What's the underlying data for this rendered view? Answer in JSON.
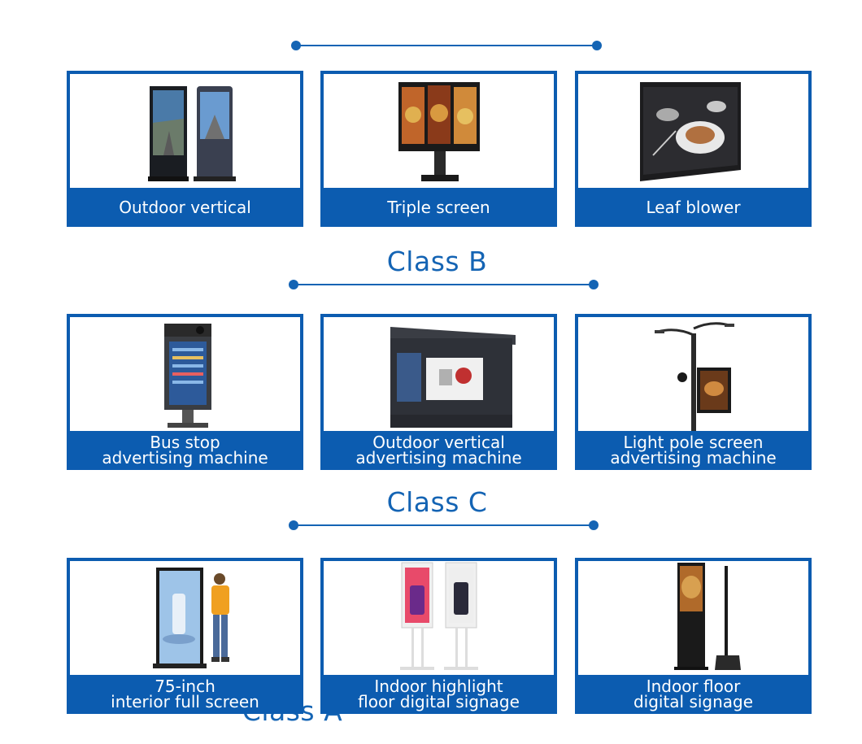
{
  "colors": {
    "brand_blue": "#0c5cb0",
    "divider_blue": "#1464b4",
    "background": "#ffffff"
  },
  "headings": {
    "class_b": "Class B",
    "class_c": "Class C",
    "class_a": "Class A"
  },
  "row1": {
    "cards": [
      {
        "caption": [
          "Outdoor vertical"
        ],
        "image": "outdoor-vertical-kiosk-image"
      },
      {
        "caption": [
          "Triple screen"
        ],
        "image": "triple-screen-kiosk-image"
      },
      {
        "caption": [
          "Leaf blower"
        ],
        "image": "wall-mounted-display-image"
      }
    ]
  },
  "row2": {
    "cards": [
      {
        "caption": [
          "Bus stop",
          "advertising machine"
        ],
        "image": "bus-stop-kiosk-image"
      },
      {
        "caption": [
          "Outdoor vertical",
          "advertising machine"
        ],
        "image": "bus-shelter-image"
      },
      {
        "caption": [
          "Light pole screen",
          "advertising machine"
        ],
        "image": "light-pole-screen-image"
      }
    ]
  },
  "row3": {
    "cards": [
      {
        "caption": [
          "75-inch",
          "interior full screen"
        ],
        "image": "interior-full-screen-image"
      },
      {
        "caption": [
          "Indoor highlight",
          "floor digital signage"
        ],
        "image": "indoor-highlight-signage-image"
      },
      {
        "caption": [
          "Indoor floor",
          "digital signage"
        ],
        "image": "indoor-floor-signage-image"
      }
    ]
  }
}
